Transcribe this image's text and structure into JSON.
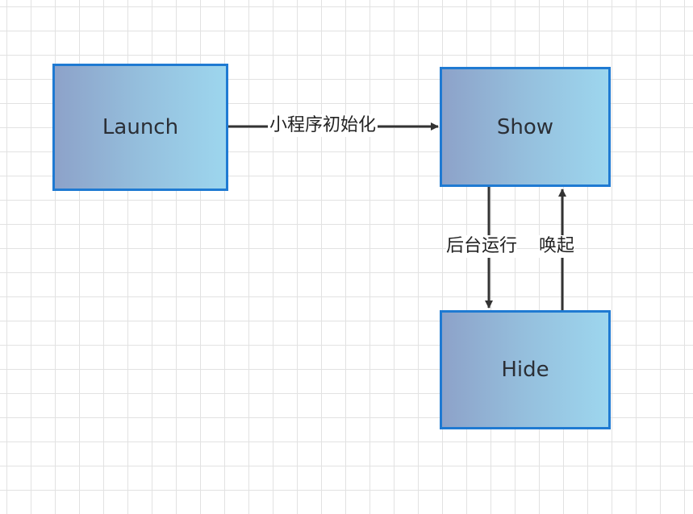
{
  "diagram": {
    "nodes": {
      "launch": "Launch",
      "show": "Show",
      "hide": "Hide"
    },
    "edges": {
      "launch_to_show": "小程序初始化",
      "show_to_hide": "后台运行",
      "hide_to_show": "唤起"
    },
    "colors": {
      "node_border": "#1f7ad2",
      "node_fill_left": "#8da2c9",
      "node_fill_right": "#9dd6ee",
      "connector": "#333333",
      "grid": "#e2e2e2"
    }
  }
}
